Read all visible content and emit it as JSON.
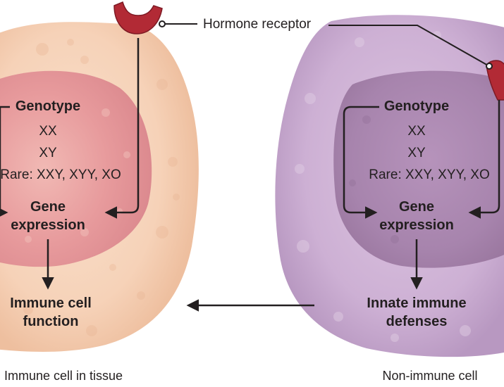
{
  "hormone_receptor_label": "Hormone receptor",
  "immune_cell": {
    "genotype_title": "Genotype",
    "genotypes": [
      "XX",
      "XY",
      "Rare: XXY, XYY, XO"
    ],
    "gene_expression": [
      "Gene",
      "expression"
    ],
    "function": [
      "Immune cell",
      "function"
    ],
    "caption": "Immune cell in tissue"
  },
  "non_immune_cell": {
    "genotype_title": "Genotype",
    "genotypes": [
      "XX",
      "XY",
      "Rare: XXY, XYY, XO"
    ],
    "gene_expression": [
      "Gene",
      "expression"
    ],
    "function": [
      "Innate immune",
      "defenses"
    ],
    "caption": "Non-immune cell"
  },
  "colors": {
    "immune_cytoplasm": "#f6d2b8",
    "immune_nucleus": "#e79a9c",
    "non_immune_cytoplasm": "#cdb0d4",
    "non_immune_nucleus": "#a784ad",
    "receptor": "#b22a35",
    "arrow": "#231f20"
  }
}
